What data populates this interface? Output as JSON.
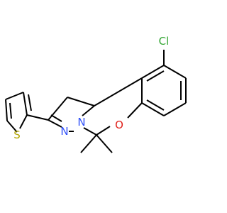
{
  "background": "#ffffff",
  "bond_color": "#000000",
  "atoms": [
    {
      "id": "Cl",
      "symbol": "Cl",
      "color": "#33a633"
    },
    {
      "id": "S",
      "symbol": "S",
      "color": "#b3a600"
    },
    {
      "id": "O",
      "symbol": "O",
      "color": "#e0201a"
    },
    {
      "id": "N1",
      "symbol": "N",
      "color": "#3050f8"
    },
    {
      "id": "N2",
      "symbol": "N",
      "color": "#3050f8"
    }
  ]
}
